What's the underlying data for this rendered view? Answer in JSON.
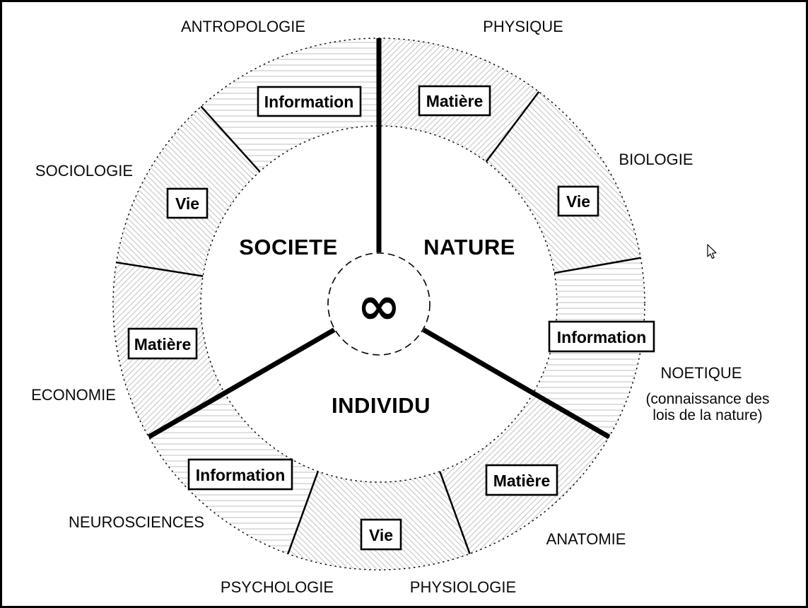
{
  "colors": {
    "line": "#000000",
    "hatch": "#c4c4c4",
    "background": "#ffffff"
  },
  "core": {
    "societe": "SOCIETE",
    "nature": "NATURE",
    "individu": "INDIVIDU",
    "infinity": "∞"
  },
  "segments": {
    "antropologie": {
      "discipline": "ANTROPOLOGIE",
      "box": "Information"
    },
    "physique": {
      "discipline": "PHYSIQUE",
      "box": "Matière"
    },
    "biologie": {
      "discipline": "BIOLOGIE",
      "box": "Vie"
    },
    "noetique": {
      "discipline": "NOETIQUE",
      "subtitle_line1": "(connaissance des",
      "subtitle_line2": "lois de la nature)",
      "box": "Information"
    },
    "anatomie": {
      "discipline": "ANATOMIE",
      "box": "Matière"
    },
    "physiologie": {
      "discipline": "PHYSIOLOGIE"
    },
    "psychologie": {
      "discipline": "PSYCHOLOGIE",
      "box": "Vie"
    },
    "neurosciences": {
      "discipline": "NEUROSCIENCES",
      "box": "Information"
    },
    "economie": {
      "discipline": "ECONOMIE",
      "box": "Matière"
    },
    "sociologie": {
      "discipline": "SOCIOLOGIE",
      "box": "Vie"
    }
  }
}
